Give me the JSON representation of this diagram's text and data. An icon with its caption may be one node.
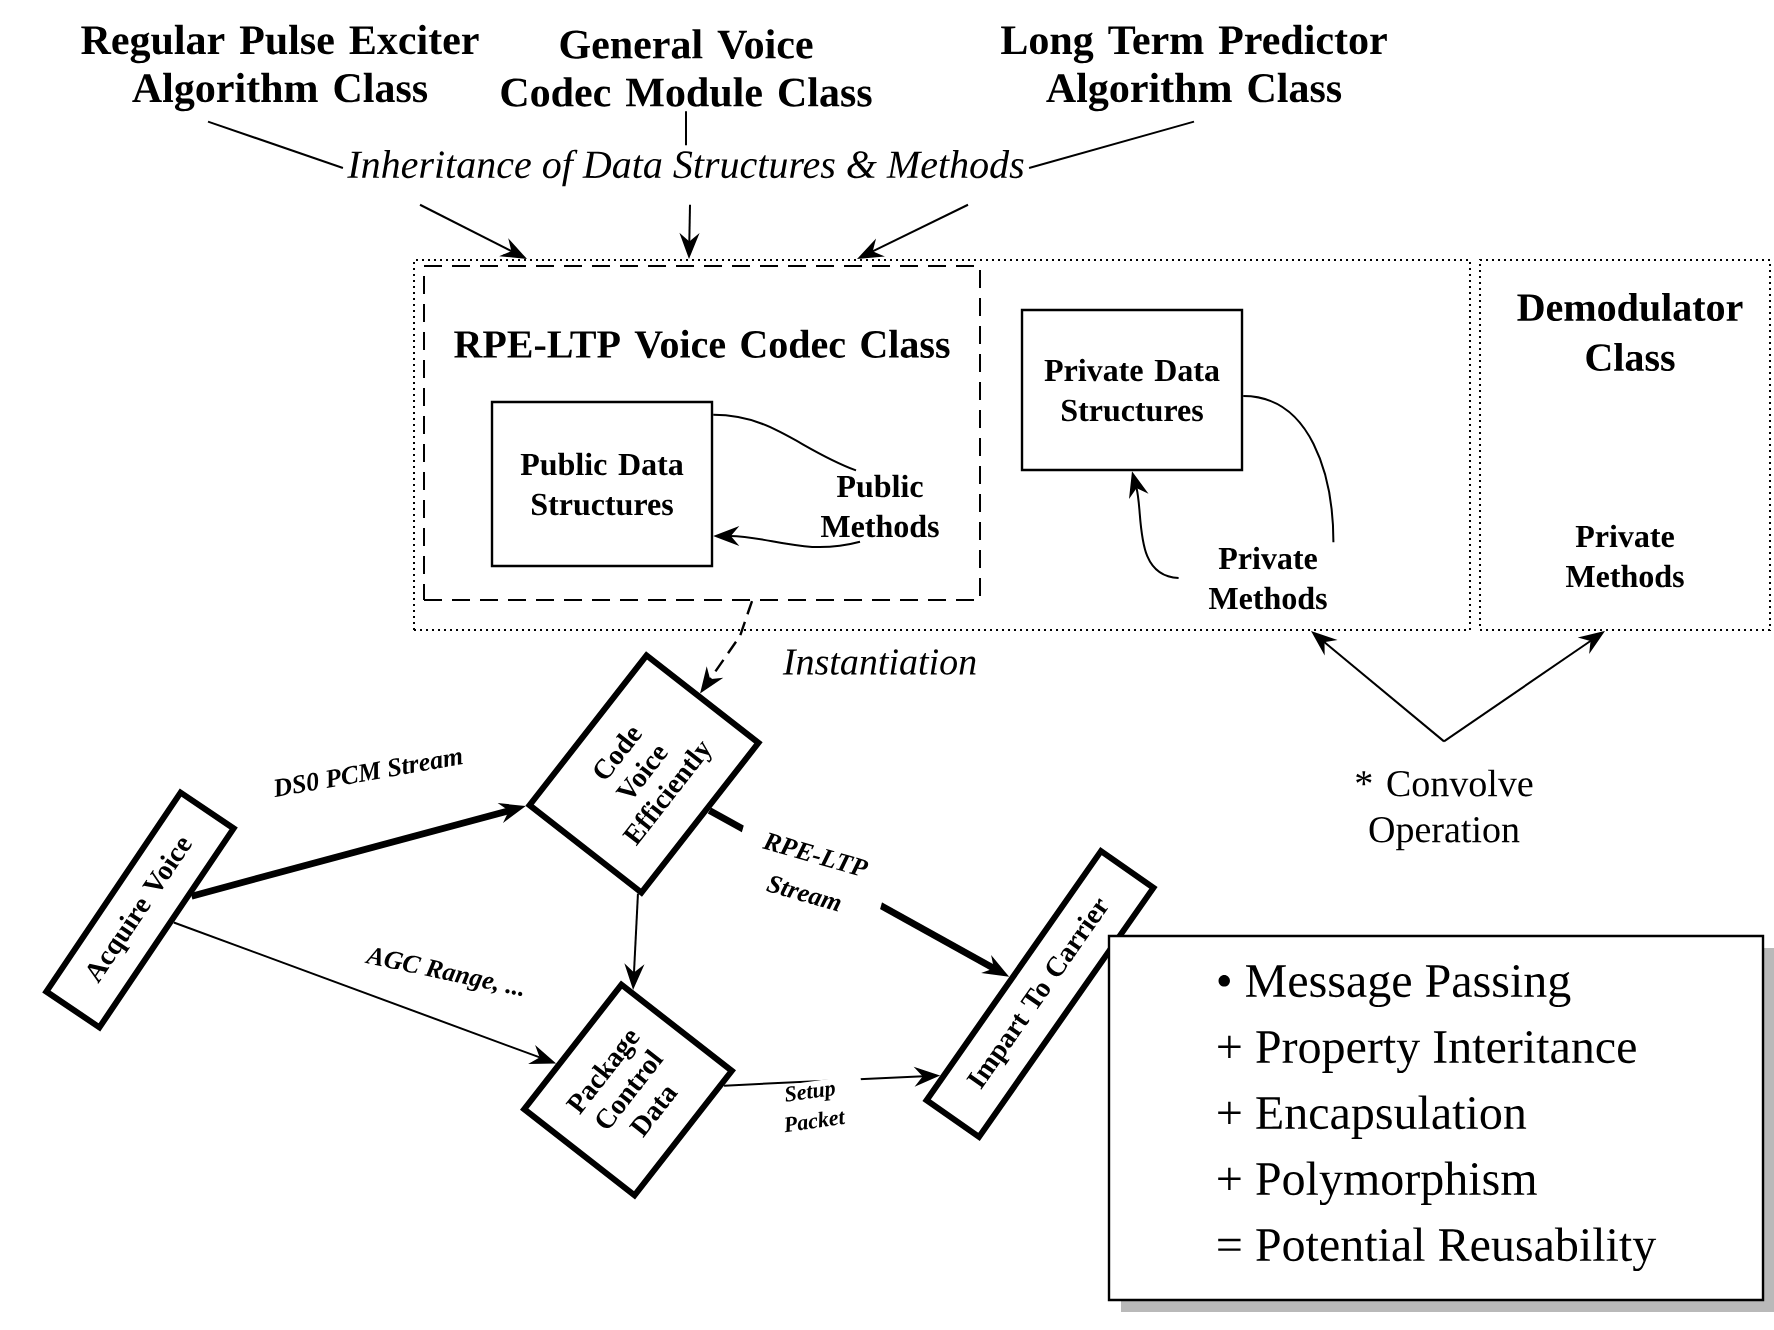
{
  "diagram": {
    "nodes": [
      {
        "text": [
          "Regular Pulse Exciter Algorithm Class"
        ]
      },
      {
        "text": [
          "General Voice Codec Module Class"
        ]
      },
      {
        "text": [
          "Long Term Predictor Algorithm Class"
        ]
      },
      {
        "text": [
          "Inheritance of Data Structures & Methods"
        ]
      },
      {
        "text": [],
        "shape": "box"
      },
      {
        "text": [
          "RPE-LTP Voice Codec Class"
        ],
        "in": 4
      },
      {
        "text": [
          "Public Data Structures"
        ],
        "in": 5
      },
      {
        "text": [
          "Public Methods"
        ],
        "in": 5
      },
      {
        "text": [
          "Private Data Structures"
        ],
        "in": 4
      },
      {
        "text": [
          "Private Methods"
        ],
        "in": 4
      },
      {
        "text": [
          "Demodulator Class",
          "Private Methods"
        ]
      },
      {
        "text": [
          "Code Voice Efficiently"
        ]
      },
      {
        "text": [
          "Acquire Voice"
        ]
      },
      {
        "text": [
          "Package Control Data"
        ]
      },
      {
        "text": [
          "Impart To Carrier"
        ]
      },
      {
        "text": [
          "* Convolve Operation"
        ]
      },
      {
        "text": [
          "• Message Passing",
          "+ Property Interitance",
          "+ Encapsulation",
          "+ Polymorphism",
          "= Potential Reusability"
        ]
      }
    ],
    "edges": [
      {
        "from": 0,
        "to": 3,
        "arrow": "none"
      },
      {
        "from": 1,
        "to": 3,
        "arrow": "none"
      },
      {
        "from": 2,
        "to": 3,
        "arrow": "none"
      },
      {
        "from": 3,
        "to": 4,
        "arrow": "to"
      },
      {
        "from": 3,
        "to": 4,
        "arrow": "to"
      },
      {
        "from": 3,
        "to": 4,
        "arrow": "to"
      },
      {
        "from": 6,
        "to": 7,
        "arrow": "none"
      },
      {
        "from": 7,
        "to": 6,
        "arrow": "to"
      },
      {
        "from": 8,
        "to": 9,
        "arrow": "none"
      },
      {
        "from": 9,
        "to": 8,
        "arrow": "to"
      },
      {
        "from": 5,
        "to": 11,
        "arrow": "to",
        "style": "dashed",
        "label": "Instantiation"
      },
      {
        "from": 12,
        "to": 11,
        "arrow": "to",
        "style": "thick",
        "label": "DS0 PCM Stream"
      },
      {
        "from": 11,
        "to": 14,
        "arrow": "to",
        "style": "thick",
        "label": "RPE-LTP Stream"
      },
      {
        "from": 11,
        "to": 13,
        "arrow": "to"
      },
      {
        "from": 12,
        "to": 13,
        "arrow": "to",
        "label": "AGC Range, ..."
      },
      {
        "from": 13,
        "to": 14,
        "arrow": "to",
        "label": "Setup Packet"
      },
      {
        "from": 15,
        "to": 4,
        "arrow": "to"
      },
      {
        "from": 15,
        "to": 10,
        "arrow": "to"
      }
    ]
  }
}
